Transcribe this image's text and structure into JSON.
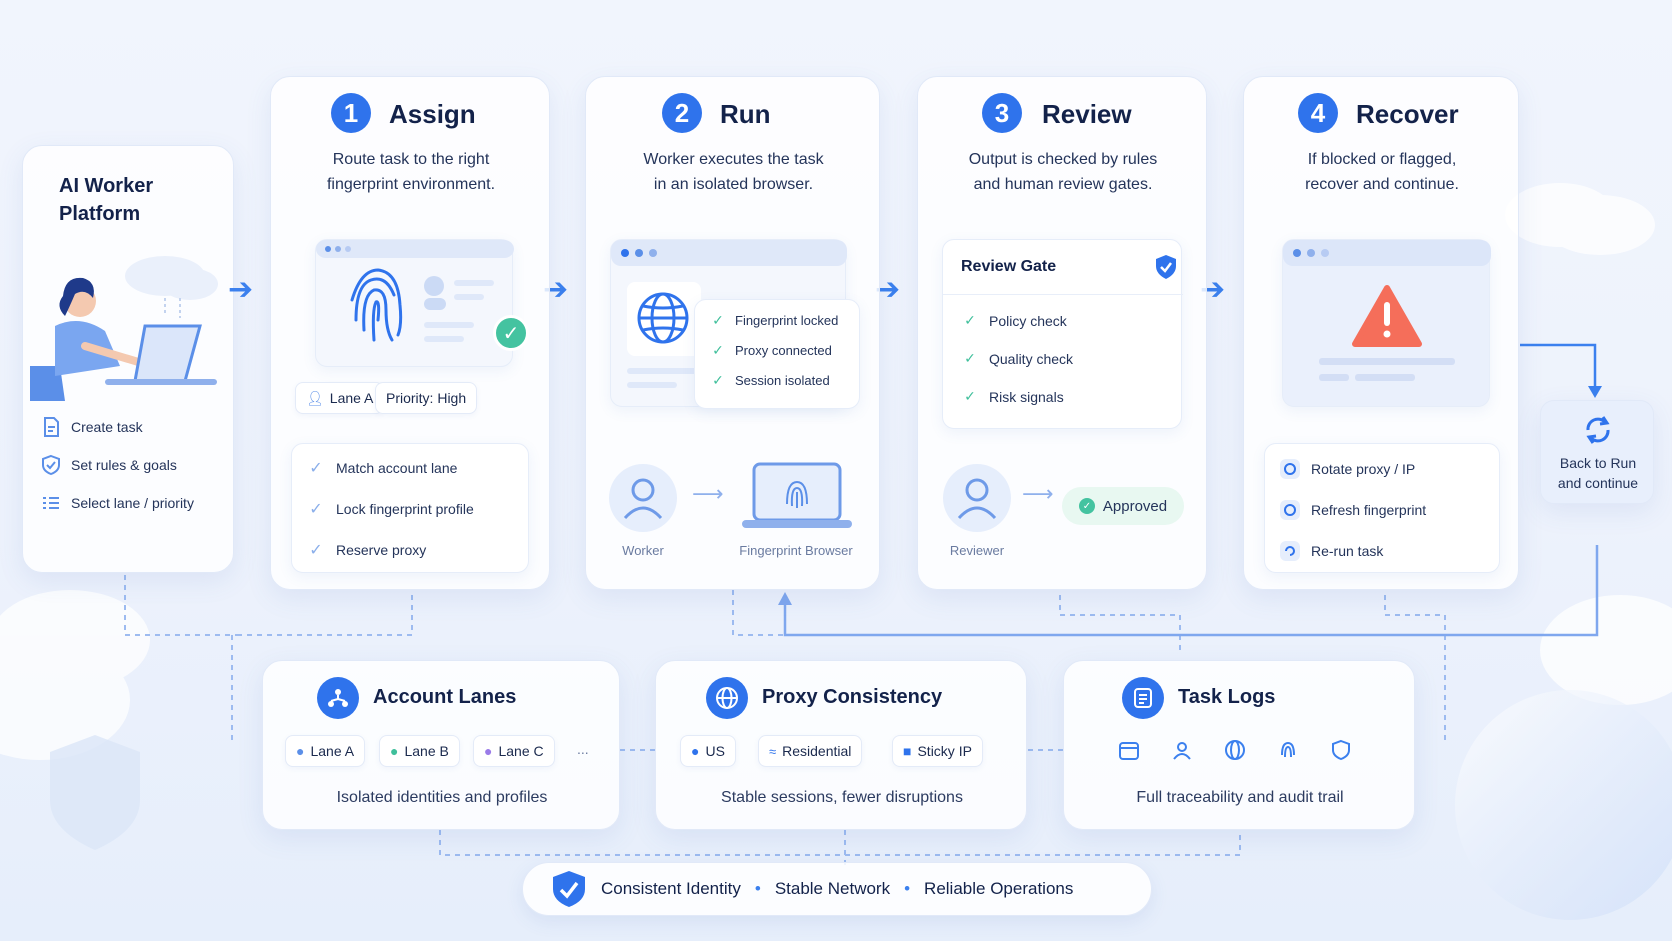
{
  "platform": {
    "title": "AI Worker Platform",
    "items": [
      {
        "label": "Create task",
        "icon": "document-icon"
      },
      {
        "label": "Set rules & goals",
        "icon": "shield-icon"
      },
      {
        "label": "Select lane / priority",
        "icon": "list-icon"
      }
    ]
  },
  "steps": [
    {
      "number": "1",
      "title": "Assign",
      "desc_line1": "Route task to the right",
      "desc_line2": "fingerprint environment."
    },
    {
      "number": "2",
      "title": "Run",
      "desc_line1": "Worker executes the task",
      "desc_line2": "in an isolated browser."
    },
    {
      "number": "3",
      "title": "Review",
      "desc_line1": "Output is checked by rules",
      "desc_line2": "and human review gates."
    },
    {
      "number": "4",
      "title": "Recover",
      "desc_line1": "If blocked or flagged,",
      "desc_line2": "recover and continue."
    }
  ],
  "assign": {
    "lane": "Lane A",
    "priority": "Priority: High",
    "checks": [
      "Match account lane",
      "Lock fingerprint profile",
      "Reserve proxy"
    ]
  },
  "run": {
    "checks": [
      "Fingerprint locked",
      "Proxy connected",
      "Session isolated"
    ],
    "worker_label": "Worker",
    "browser_label": "Fingerprint Browser"
  },
  "review": {
    "gate_title": "Review Gate",
    "checks": [
      "Policy check",
      "Quality check",
      "Risk signals"
    ],
    "reviewer_label": "Reviewer",
    "status": "Approved"
  },
  "recover": {
    "actions": [
      "Rotate proxy / IP",
      "Refresh fingerprint",
      "Re-run task"
    ],
    "back_line1": "Back to Run",
    "back_line2": "and continue"
  },
  "bottom": [
    {
      "title": "Account Lanes",
      "items": [
        "Lane A",
        "Lane B",
        "Lane C",
        "..."
      ],
      "desc": "Isolated identities and profiles"
    },
    {
      "title": "Proxy Consistency",
      "items": [
        "US",
        "Residential",
        "Sticky IP"
      ],
      "desc": "Stable sessions, fewer disruptions"
    },
    {
      "title": "Task Logs",
      "icons": [
        "calendar-icon",
        "user-icon",
        "globe-icon",
        "fingerprint-icon",
        "shield-icon"
      ],
      "desc": "Full traceability and audit trail"
    }
  ],
  "footer": {
    "items": [
      "Consistent Identity",
      "Stable Network",
      "Reliable Operations"
    ],
    "separator": "•"
  },
  "colors": {
    "accent": "#2f73ec",
    "success": "#3fbf9b",
    "warning": "#f56e5a",
    "background": "#eef3fc"
  }
}
